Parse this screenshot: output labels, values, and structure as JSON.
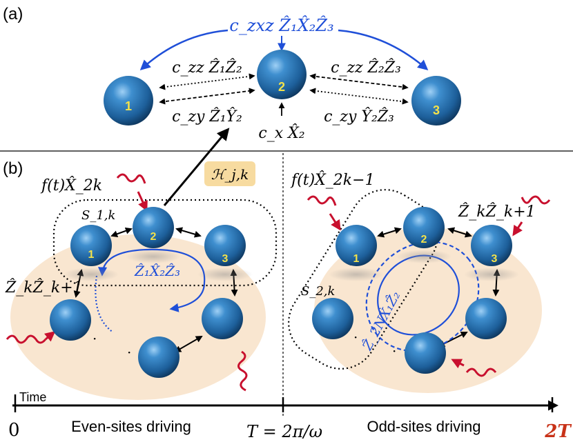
{
  "panel_labels": {
    "a": "(a)",
    "b": "(b)"
  },
  "colors": {
    "ball": "#1d5f9a",
    "ball_dark": "#0e3a63",
    "ball_number": "#f4e24a",
    "blue": "#1f4fd8",
    "red_wave": "#c8102e",
    "orange_fill": "#f8e2c8",
    "hamiltonian_bg": "#f7dba0",
    "time_end": "#c83218"
  },
  "panel_a": {
    "spins": [
      "1",
      "2",
      "3"
    ],
    "three_body_coupling": "c_zxz Ẑ₁X̂₂Ẑ₃",
    "zz_12": "c_zz Ẑ₁Ẑ₂",
    "zy_12": "c_zy Ẑ₁Ŷ₂",
    "zz_23": "c_zz Ẑ₂Ẑ₃",
    "zy_23": "c_zy Ŷ₂Ẑ₃",
    "field": "c_x X̂₂"
  },
  "panel_b": {
    "left": {
      "drive": "f(t)X̂_2k",
      "hamiltonian": "ℋ_j,k",
      "set_label": "S_1,k",
      "coupling": "Ẑ_kẐ_k+1",
      "loop_label": "Ẑ₁X̂₂Ẑ₃",
      "spins": [
        "1",
        "2",
        "3"
      ],
      "dots": "·"
    },
    "right": {
      "drive": "f(t)X̂_2k−1",
      "set_label": "S_2,k",
      "coupling": "Ẑ_kẐ_k+1",
      "loop_label": "Ẑ_2NX̂₁Ẑ₂",
      "spins": [
        "1",
        "2",
        "3"
      ],
      "dots": "·"
    }
  },
  "time_axis": {
    "title": "Time",
    "start": "0",
    "mid": "T = 2π/ω",
    "end": "2T",
    "left_phase": "Even-sites driving",
    "right_phase": "Odd-sites driving"
  }
}
